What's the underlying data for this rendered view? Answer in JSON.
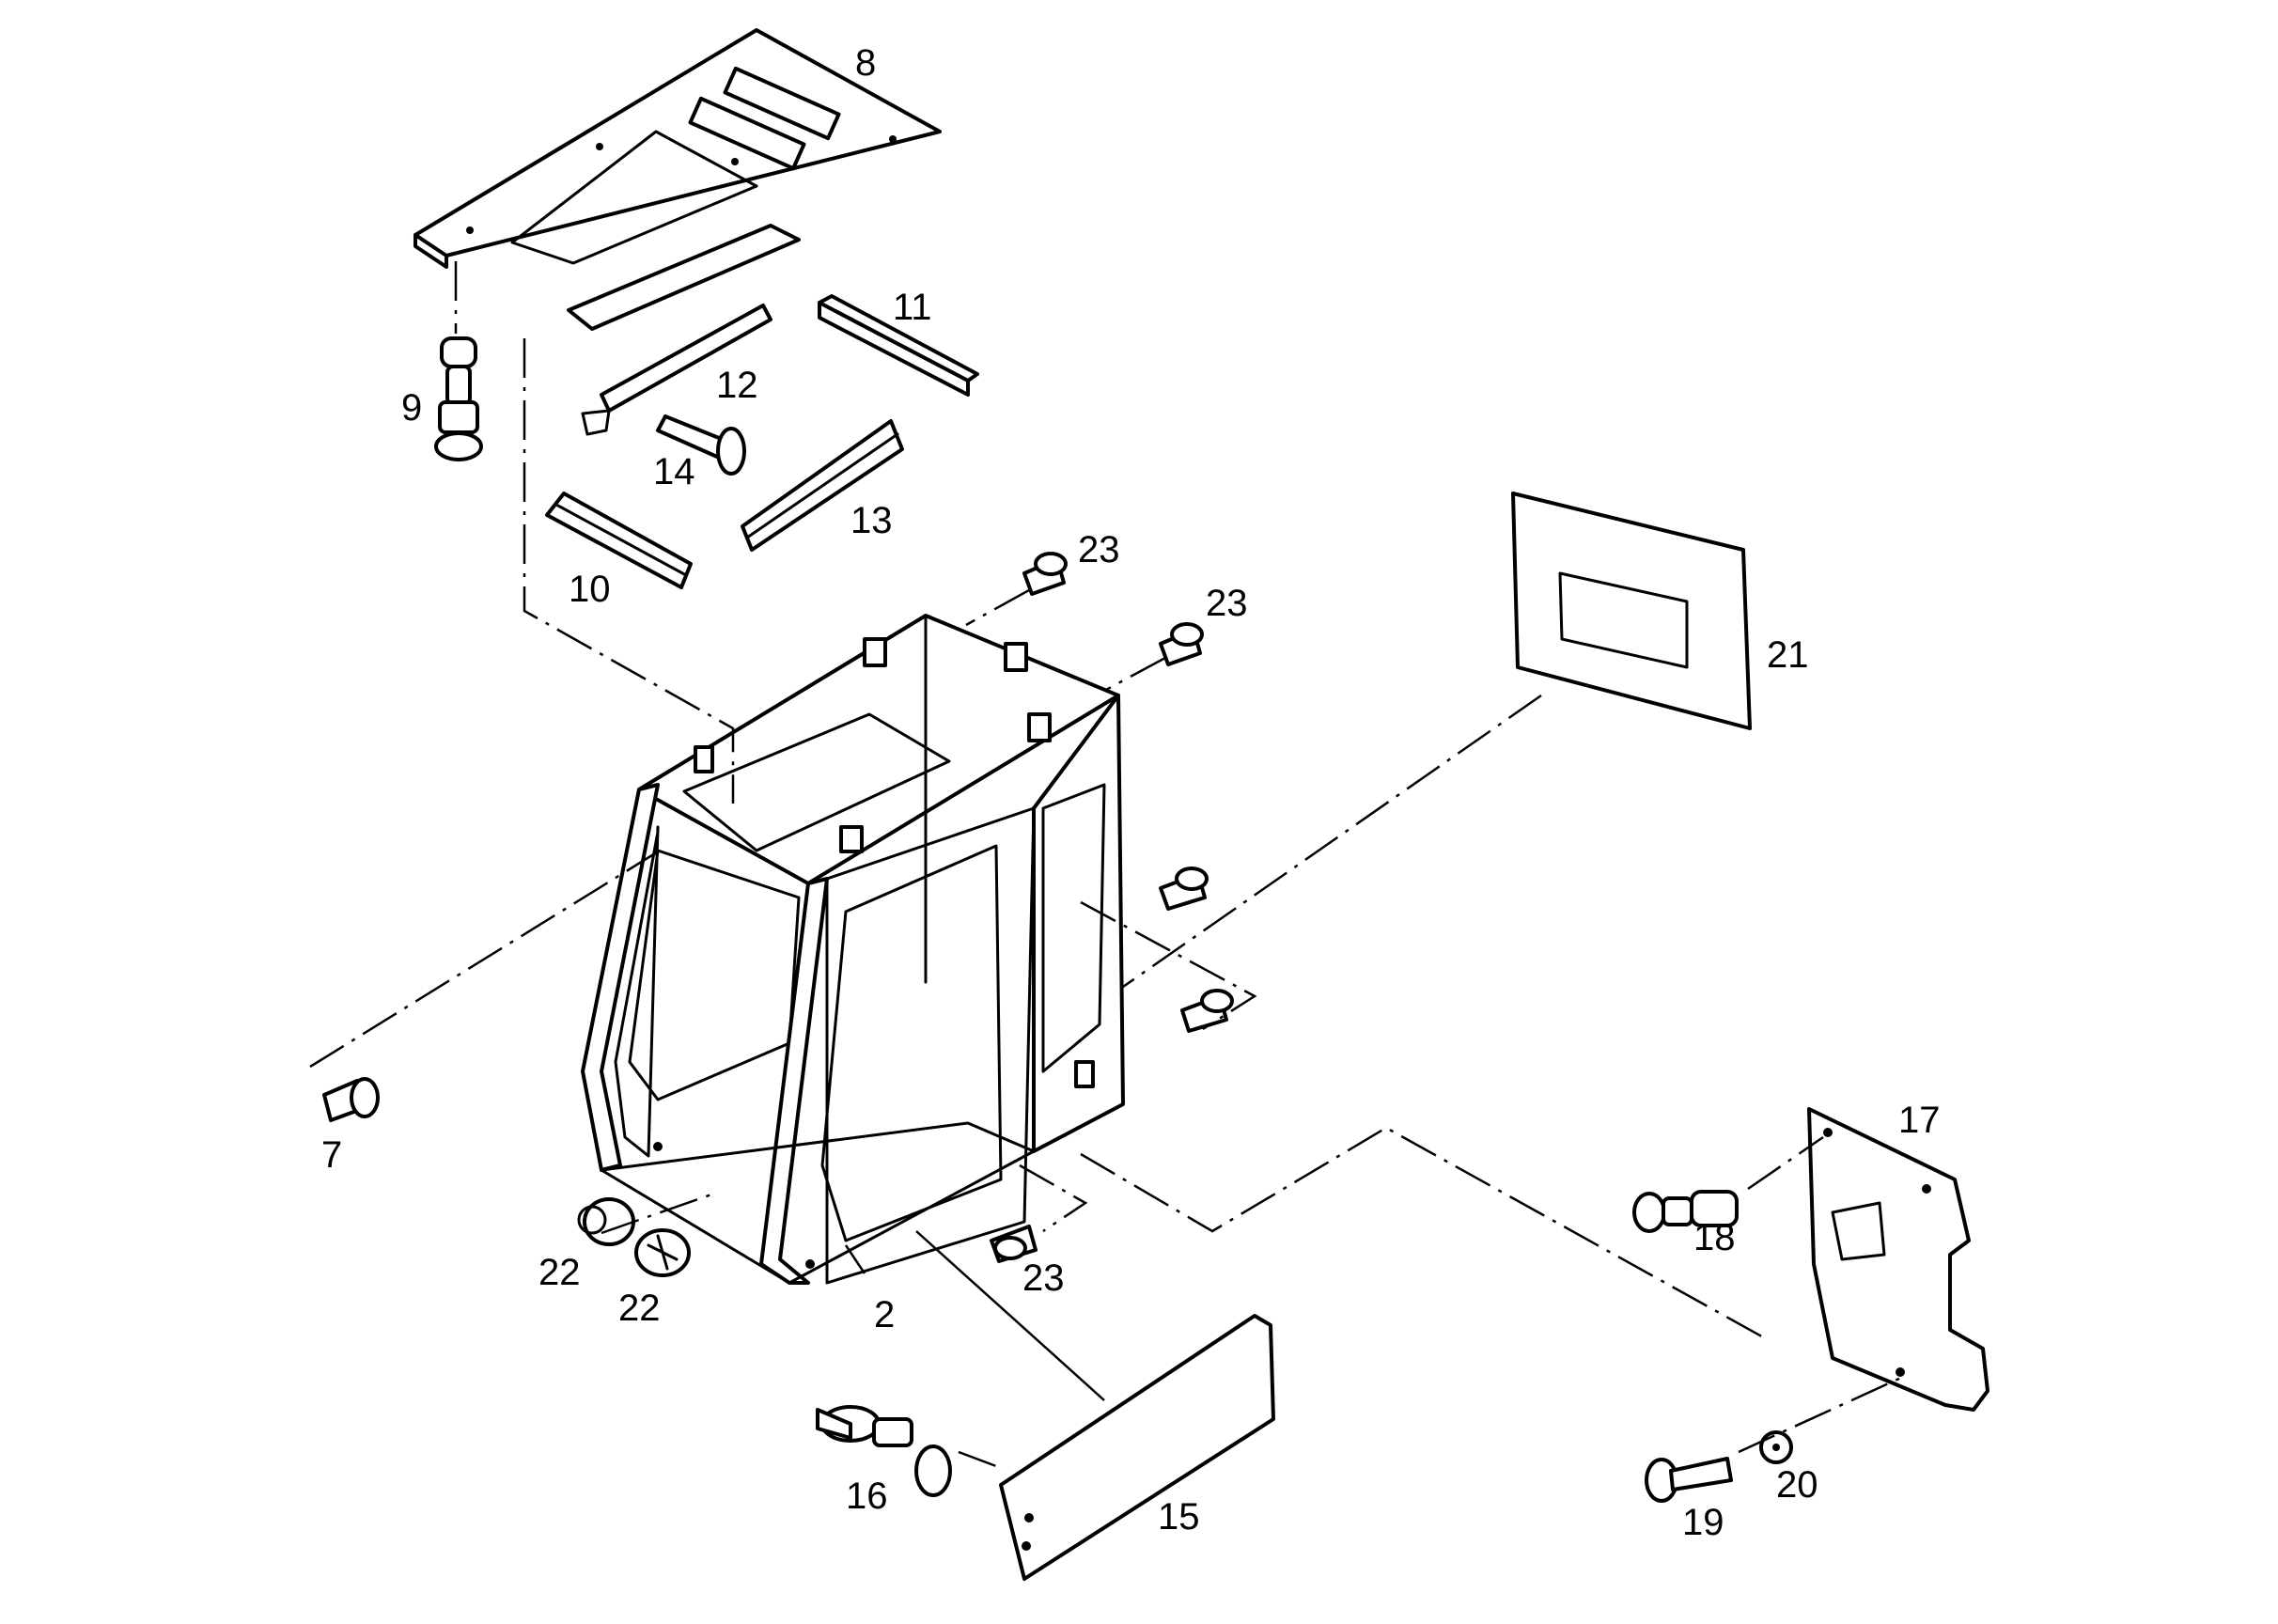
{
  "diagram": {
    "callouts": {
      "c2": "2",
      "c7": "7",
      "c8": "8",
      "c9": "9",
      "c10": "10",
      "c11": "11",
      "c12": "12",
      "c13": "13",
      "c14": "14",
      "c15": "15",
      "c16": "16",
      "c17": "17",
      "c18": "18",
      "c19": "19",
      "c20": "20",
      "c21": "21",
      "c22a": "22",
      "c22b": "22",
      "c23a": "23",
      "c23b": "23",
      "c23c": "23"
    },
    "icons": {
      "cab": "cab-frame-icon",
      "roof_plate": "roof-plate-icon",
      "screw": "screw-icon",
      "bolt": "bolt-icon",
      "washer": "washer-icon",
      "plug": "plug-icon"
    }
  }
}
